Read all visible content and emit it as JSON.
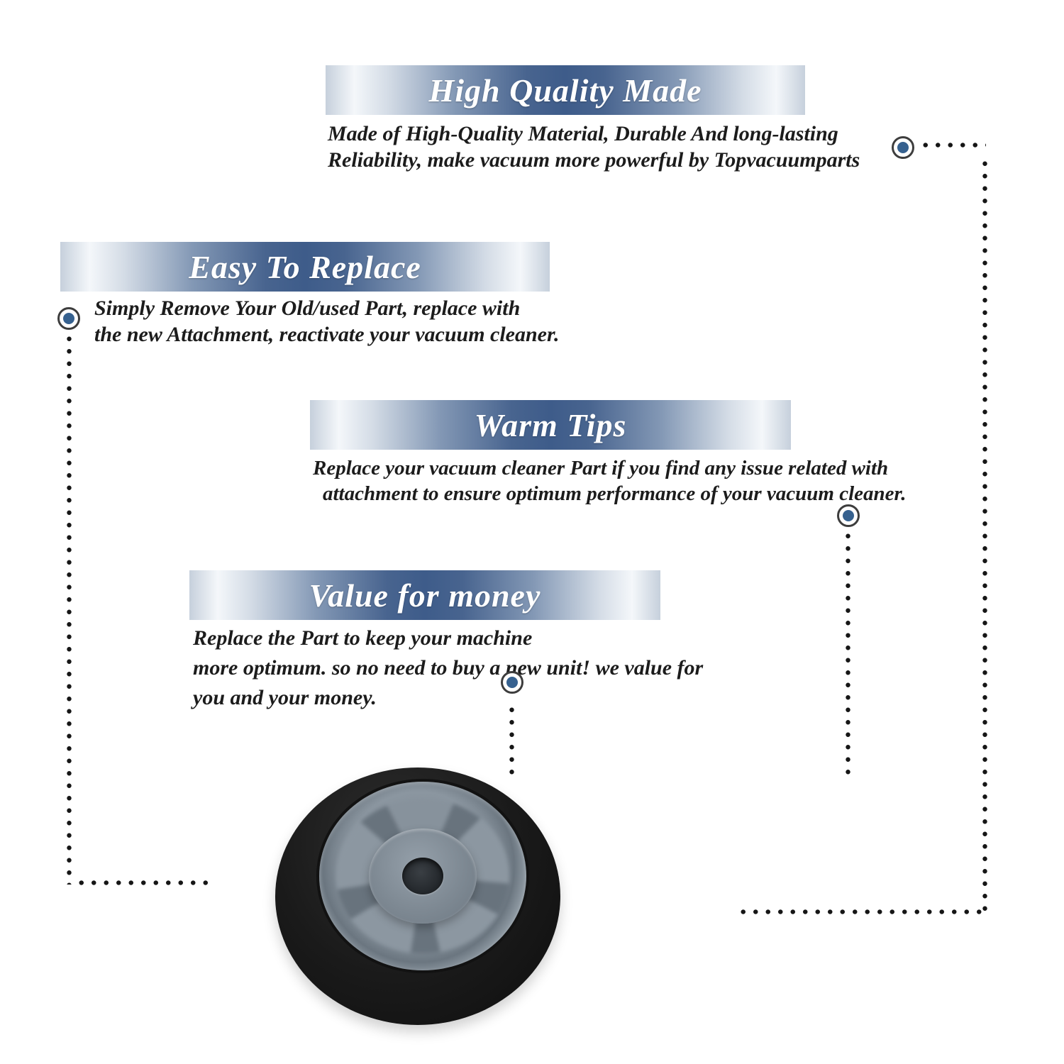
{
  "colors": {
    "banner_blue": "#3e5c8a",
    "marker_blue": "#36618f",
    "dot_color": "#161616",
    "text_color": "#1c1c1c"
  },
  "sections": [
    {
      "id": "high-quality-made",
      "title": "High Quality Made",
      "lines": [
        "Made of High-Quality Material, Durable And long-lasting",
        "Reliability, make vacuum more powerful by Topvacuumparts"
      ]
    },
    {
      "id": "easy-to-replace",
      "title": "Easy To Replace",
      "lines": [
        "Simply Remove Your Old/used Part, replace with",
        "the new Attachment, reactivate your vacuum cleaner."
      ]
    },
    {
      "id": "warm-tips",
      "title": "Warm Tips",
      "lines": [
        "Replace your vacuum cleaner Part if you find any issue related with",
        "attachment to ensure optimum performance of your vacuum cleaner."
      ]
    },
    {
      "id": "value-for-money",
      "title": "Value for money",
      "lines": [
        "Replace the Part to keep your machine",
        "more optimum. so no need to buy a new unit! we value for",
        "you and your money."
      ]
    }
  ]
}
